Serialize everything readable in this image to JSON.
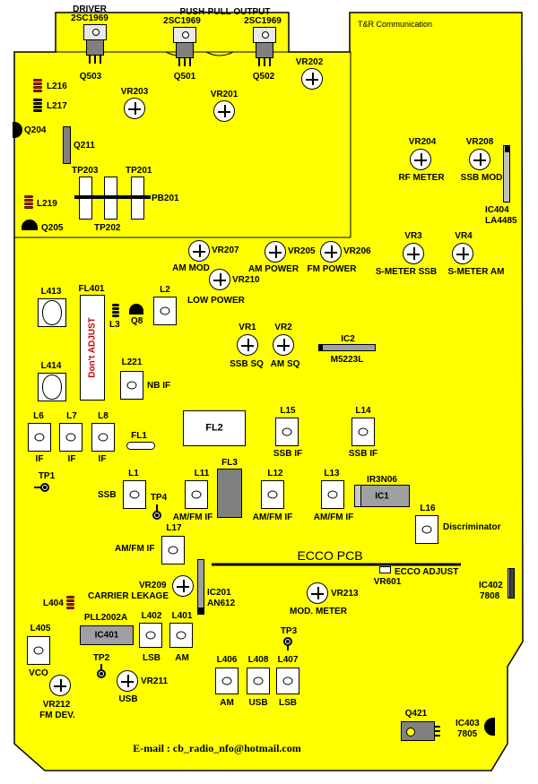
{
  "header": {
    "company": "T&R Communication",
    "email": "E-mail :  cb_radio_nfo@hotmail.com",
    "board_name": "ECCO PCB"
  },
  "transistors": {
    "driver_title": "DRIVER",
    "driver_part": "2SC1969",
    "pushpull_title": "PUSH-PULL OUTPUT",
    "q501_part": "2SC1969",
    "q502_part": "2SC1969",
    "q503": "Q503",
    "q501": "Q501",
    "q502": "Q502",
    "q204": "Q204",
    "q205": "Q205",
    "q211": "Q211",
    "q8": "Q8",
    "q421": "Q421"
  },
  "pots": {
    "vr202": "VR202",
    "vr203": "VR203",
    "vr201": "VR201",
    "vr204": "VR204",
    "vr204_fn": "RF METER",
    "vr208": "VR208",
    "vr208_fn": "SSB MOD",
    "vr207": "VR207",
    "vr207_fn": "AM MOD",
    "vr205": "VR205",
    "vr205_fn": "AM POWER",
    "vr206": "VR206",
    "vr206_fn": "FM POWER",
    "vr210": "VR210",
    "vr210_fn": "LOW POWER",
    "vr3": "VR3",
    "vr3_fn": "S-METER SSB",
    "vr4": "VR4",
    "vr4_fn": "S-METER AM",
    "vr1": "VR1",
    "vr1_fn": "SSB SQ",
    "vr2": "VR2",
    "vr2_fn": "AM SQ",
    "vr209": "VR209",
    "vr209_fn": "CARRIER LEKAGE",
    "vr213": "VR213",
    "vr213_fn": "MOD. METER",
    "vr212": "VR212",
    "vr212_fn": "FM DEV.",
    "vr211": "VR211",
    "vr211_fn": "USB",
    "vr601": "VR601",
    "vr601_fn": "ECCO ADJUST"
  },
  "coils": {
    "l216": "L216",
    "l217": "L217",
    "l219": "L219",
    "l413": "L413",
    "l414": "L414",
    "fl401": "FL401",
    "fl401_note": "Don't ADJUST",
    "l3": "L3",
    "l2": "L2",
    "l221": "L221",
    "l221_fn": "NB IF",
    "l6": "L6",
    "l7": "L7",
    "l8": "L8",
    "if": "IF",
    "fl1": "FL1",
    "fl2": "FL2",
    "fl3": "FL3",
    "l15": "L15",
    "l15_fn": "SSB IF",
    "l14": "L14",
    "l14_fn": "SSB IF",
    "l1": "L1",
    "l1_fn": "SSB",
    "l11": "L11",
    "l12": "L12",
    "l13": "L13",
    "amfm_if": "AM/FM IF",
    "l16": "L16",
    "l16_fn": "Discriminator",
    "l17": "L17",
    "l17_fn": "AM/FM IF",
    "l404": "L404",
    "l405": "L405",
    "l405_fn": "VCO",
    "l402": "L402",
    "l402_fn": "LSB",
    "l401": "L401",
    "l401_fn": "AM",
    "l406": "L406",
    "l406_fn": "AM",
    "l408": "L408",
    "l408_fn": "USB",
    "l407": "L407",
    "l407_fn": "LSB"
  },
  "ics": {
    "ic2": "IC2",
    "ic2_part": "M5223L",
    "ic1_part": "IR3N06",
    "ic1": "IC1",
    "ic404": "IC404",
    "ic404_part": "LA4485",
    "ic201": "IC201",
    "ic201_part": "AN612",
    "ic402": "IC402",
    "ic402_part": "7808",
    "ic401_part": "PLL2002A",
    "ic401": "IC401",
    "ic403": "IC403",
    "ic403_part": "7805"
  },
  "testpoints": {
    "tp203": "TP203",
    "tp201": "TP201",
    "tp202": "TP202",
    "pb201": "PB201",
    "tp1": "TP1",
    "tp4": "TP4",
    "tp3": "TP3",
    "tp2": "TP2"
  },
  "colors": {
    "pcb": "#ffff00",
    "chip": "#808080",
    "coil_red": "#b22222"
  }
}
